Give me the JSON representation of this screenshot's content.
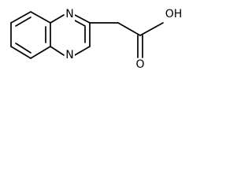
{
  "molecule": {
    "atoms": {
      "n1": "N",
      "n4": "N",
      "o_carbonyl": "O",
      "oh": "OH"
    }
  }
}
